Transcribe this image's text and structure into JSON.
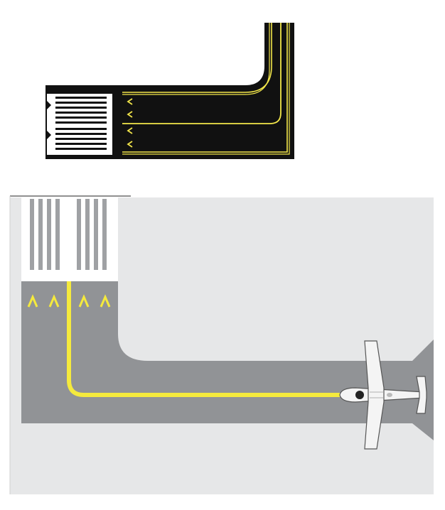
{
  "figure": {
    "top_diagram": {
      "pavement_color": "#111111",
      "marking_color": "#f2e64a",
      "threshold_color": "#ffffff",
      "threshold_groups": 2,
      "arrow_glyph": "<",
      "arrow_count": 4
    },
    "bottom_diagram": {
      "pavement_color": "#919396",
      "shoulder_color": "#e6e7e8",
      "marking_color": "#f5ea3d",
      "threshold_color": "#ffffff",
      "arrow_glyph": "^",
      "arrow_count": 4,
      "aircraft_icon": "airplane-top-view-icon"
    }
  }
}
